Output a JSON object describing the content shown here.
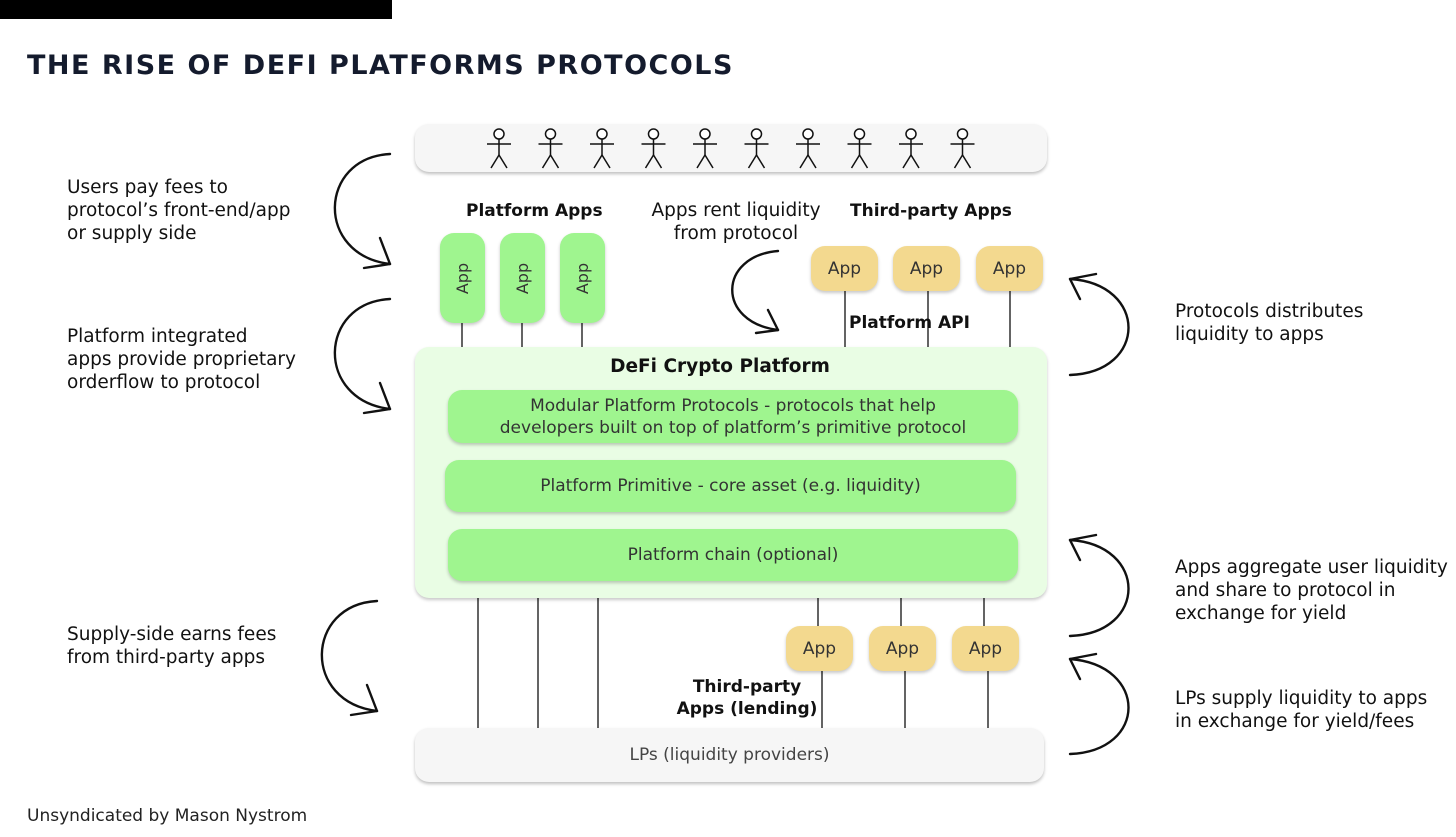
{
  "title": "THE RISE OF DEFI PLATFORMS PROTOCOLS",
  "footer": "Unsyndicated by Mason Nystrom",
  "notes": {
    "users_pay": "Users pay fees to\nprotocol’s front-end/app\nor supply side",
    "integrated": "Platform integrated\napps provide proprietary\norderflow to protocol",
    "supply_side": "Supply-side earns fees\nfrom third-party apps",
    "distributes": "Protocols distributes\nliquidity to apps",
    "aggregate": "Apps aggregate user liquidity\nand share to protocol in\nexchange for yield",
    "lps_supply": "LPs supply liquidity to apps\nin exchange for yield/fees"
  },
  "labels": {
    "platform_apps": "Platform Apps",
    "third_party_apps": "Third-party Apps",
    "apps_rent": "Apps rent liquidity\nfrom protocol",
    "platform_api": "Platform API",
    "third_party_lending": "Third-party\nApps (lending)"
  },
  "app_label": "App",
  "users_count": 10,
  "platform": {
    "title": "DeFi Crypto Platform",
    "modular": "Modular Platform Protocols - protocols that help\ndevelopers built on top of platform’s primitive protocol",
    "primitive": "Platform Primitive - core asset (e.g. liquidity)",
    "chain": "Platform chain (optional)"
  },
  "lps": "LPs (liquidity providers)",
  "colors": {
    "green_app": "#9ff58f",
    "yellow_app": "#f3d98f",
    "platform_bg": "#e9fde4",
    "bar_bg": "#f6f6f6"
  }
}
